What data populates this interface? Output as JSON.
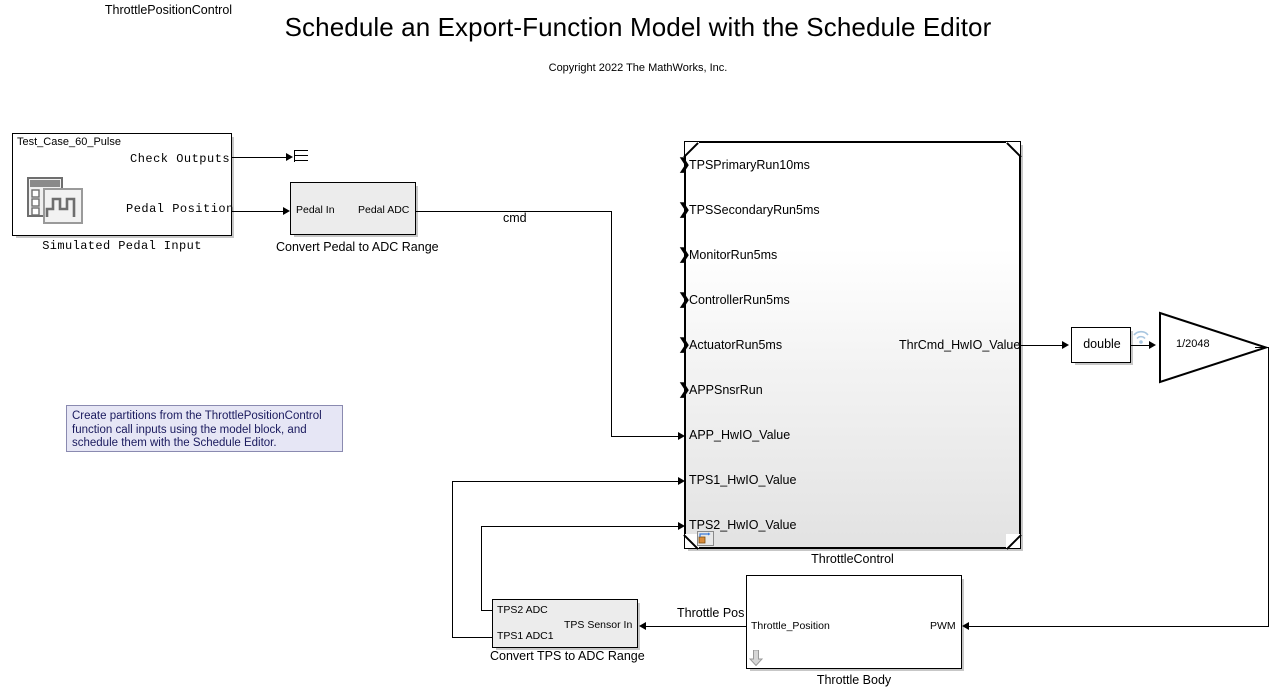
{
  "page": {
    "title": "Schedule an Export-Function Model with the Schedule Editor",
    "subtitle": "Copyright 2022 The MathWorks, Inc."
  },
  "annotation": {
    "text": "Create partitions from the ThrottlePositionControl function call inputs using the model block, and schedule them with the Schedule Editor.",
    "bg_color": "#e6e6f5",
    "border_color": "#8a8ab0",
    "text_color": "#1a1a5e"
  },
  "blocks": {
    "simulated_pedal_input": {
      "caption": "Simulated Pedal Input",
      "inner_name": "Test_Case_60_Pulse",
      "icon": "signal-builder-icon",
      "outputs": [
        "Check Outputs",
        "Pedal Position"
      ]
    },
    "terminator": {
      "name": "terminator-block"
    },
    "convert_pedal_to_adc": {
      "caption": "Convert Pedal to ADC Range",
      "input": "Pedal In",
      "output": "Pedal ADC"
    },
    "throttle_control": {
      "caption": "ThrottleControl",
      "inner_name": "ThrottlePositionControl",
      "function_call_ports": [
        "TPSPrimaryRun10ms",
        "TPSSecondaryRun5ms",
        "MonitorRun5ms",
        "ControllerRun5ms",
        "ActuatorRun5ms",
        "APPSnsrRun"
      ],
      "data_inputs": [
        "APP_HwIO_Value",
        "TPS1_HwIO_Value",
        "TPS2_HwIO_Value"
      ],
      "outputs": [
        "ThrCmd_HwIO_Value"
      ],
      "badge": "model-reference-badge-icon"
    },
    "data_type_conversion": {
      "label": "double"
    },
    "gain": {
      "label": "1/2048"
    },
    "convert_tps_to_adc": {
      "caption": "Convert TPS to ADC Range",
      "outputs": [
        "TPS2 ADC",
        "TPS1 ADC1"
      ],
      "input": "TPS Sensor In"
    },
    "throttle_body": {
      "caption": "Throttle Body",
      "output": "Throttle_Position",
      "input": "PWM",
      "badge": "down-arrow-badge-icon"
    }
  },
  "signals": {
    "cmd": "cmd",
    "throttle_pos": "Throttle Pos"
  },
  "colors": {
    "line": "#000000",
    "block_fill": "#ececec",
    "wifi_marker": "#a8c6e0"
  }
}
